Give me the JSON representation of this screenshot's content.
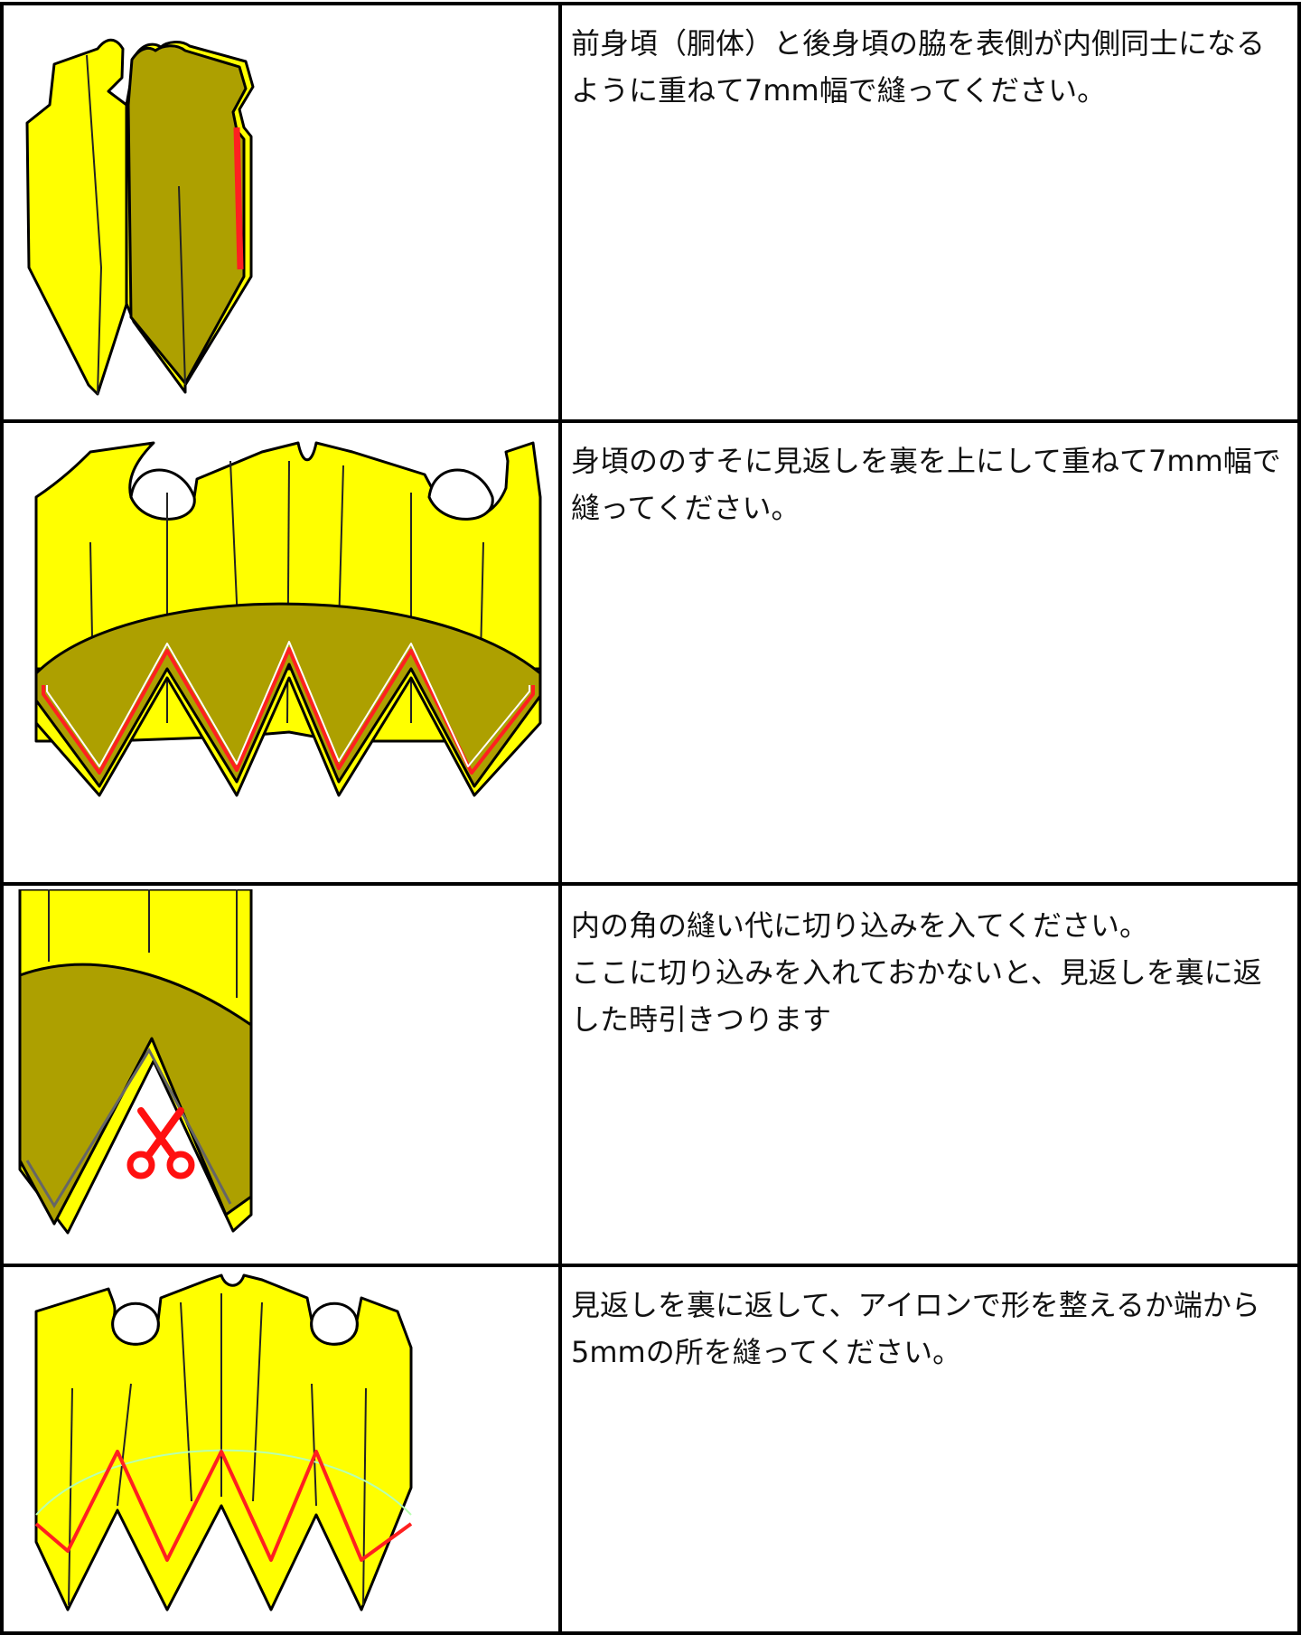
{
  "steps": [
    {
      "text": "前身頃（胴体）と後身頃の脇を表側が内側同士になるように重ねて7mm幅で縫ってください。",
      "icon": "bodice-side-seam-illustration"
    },
    {
      "text": "身頃ののすそに見返しを裏を上にして重ねて7mm幅で縫ってください。",
      "icon": "hem-facing-illustration"
    },
    {
      "text": "内の角の縫い代に切り込みを入てください。\nここに切り込みを入れておかないと、見返しを裏に返した時引きつります",
      "icon": "scissors-icon"
    },
    {
      "text": "見返しを裏に返して、アイロンで形を整えるか端から5mmの所を縫ってください。",
      "icon": "finished-hem-illustration"
    }
  ],
  "colors": {
    "fabric": "#ffff00",
    "facing": "#ada000",
    "stitch": "#ff2020",
    "outline": "#000000",
    "topstitch": "#b7ffb0"
  }
}
